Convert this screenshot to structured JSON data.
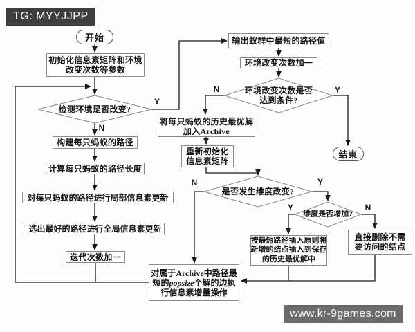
{
  "overlay": {
    "tag": "TG: MYYJJPP",
    "watermark": "www.kr-9games.com"
  },
  "colors": {
    "tag_bg": "#3e3e3e",
    "watermark_bg": "#6b6b6b",
    "line": "#1a1a1a",
    "box_border": "#8a8a8a",
    "background": "#fdfdfd"
  },
  "nodes": {
    "start": {
      "label": "开始"
    },
    "init": {
      "lines": [
        "初始化信息素矩阵和环境",
        "改变次数等参数"
      ]
    },
    "detect_change": {
      "label": "检测环境是否改变?"
    },
    "build_path": {
      "label": "构建每只蚂蚁的路径"
    },
    "calc_length": {
      "label": "计算每只蚂蚁的路径长度"
    },
    "local_update": {
      "label": "对每只蚂蚁的路径进行局部信息素更新"
    },
    "global_update": {
      "label": "选出最好的路径进行全局信息素更新"
    },
    "iter_inc": {
      "label": "迭代次数加一"
    },
    "output_best": {
      "label": "输出蚁群中最短的路径值"
    },
    "env_inc": {
      "label": "环境改变次数加一"
    },
    "env_cond": {
      "lines": [
        "环境改变次数是否",
        "达到条件?"
      ]
    },
    "add_archive": {
      "lines": [
        "将每只蚂蚁的历史最优解",
        "加入Archive"
      ]
    },
    "reinit": {
      "lines": [
        "重新初始化",
        "信息素矩阵"
      ]
    },
    "end": {
      "label": "结束"
    },
    "dim_change": {
      "label": "是否发生维度改变?"
    },
    "dim_increase": {
      "label": "维度是否增加?"
    },
    "insert_nodes": {
      "lines": [
        "按最短路径插入原则将",
        "新增的结点插入到保存",
        "的历史最优解中"
      ]
    },
    "delete_nodes": {
      "lines": [
        "直接删除不需",
        "要访问的结点"
      ]
    },
    "pheromone_inc": {
      "line1": "对属于Archive中路径最",
      "line2_pre": "短的",
      "line2_italic": "popsize",
      "line2_post": "个解的边执",
      "line3": "行信息素增量操作"
    }
  },
  "edge_labels": {
    "detect_yes": "Y",
    "detect_no": "N",
    "cond_no": "N",
    "cond_yes": "Y",
    "dimchange_no": "N",
    "dimchange_yes": "Y",
    "increase_yes": "Y",
    "increase_no": "N"
  }
}
